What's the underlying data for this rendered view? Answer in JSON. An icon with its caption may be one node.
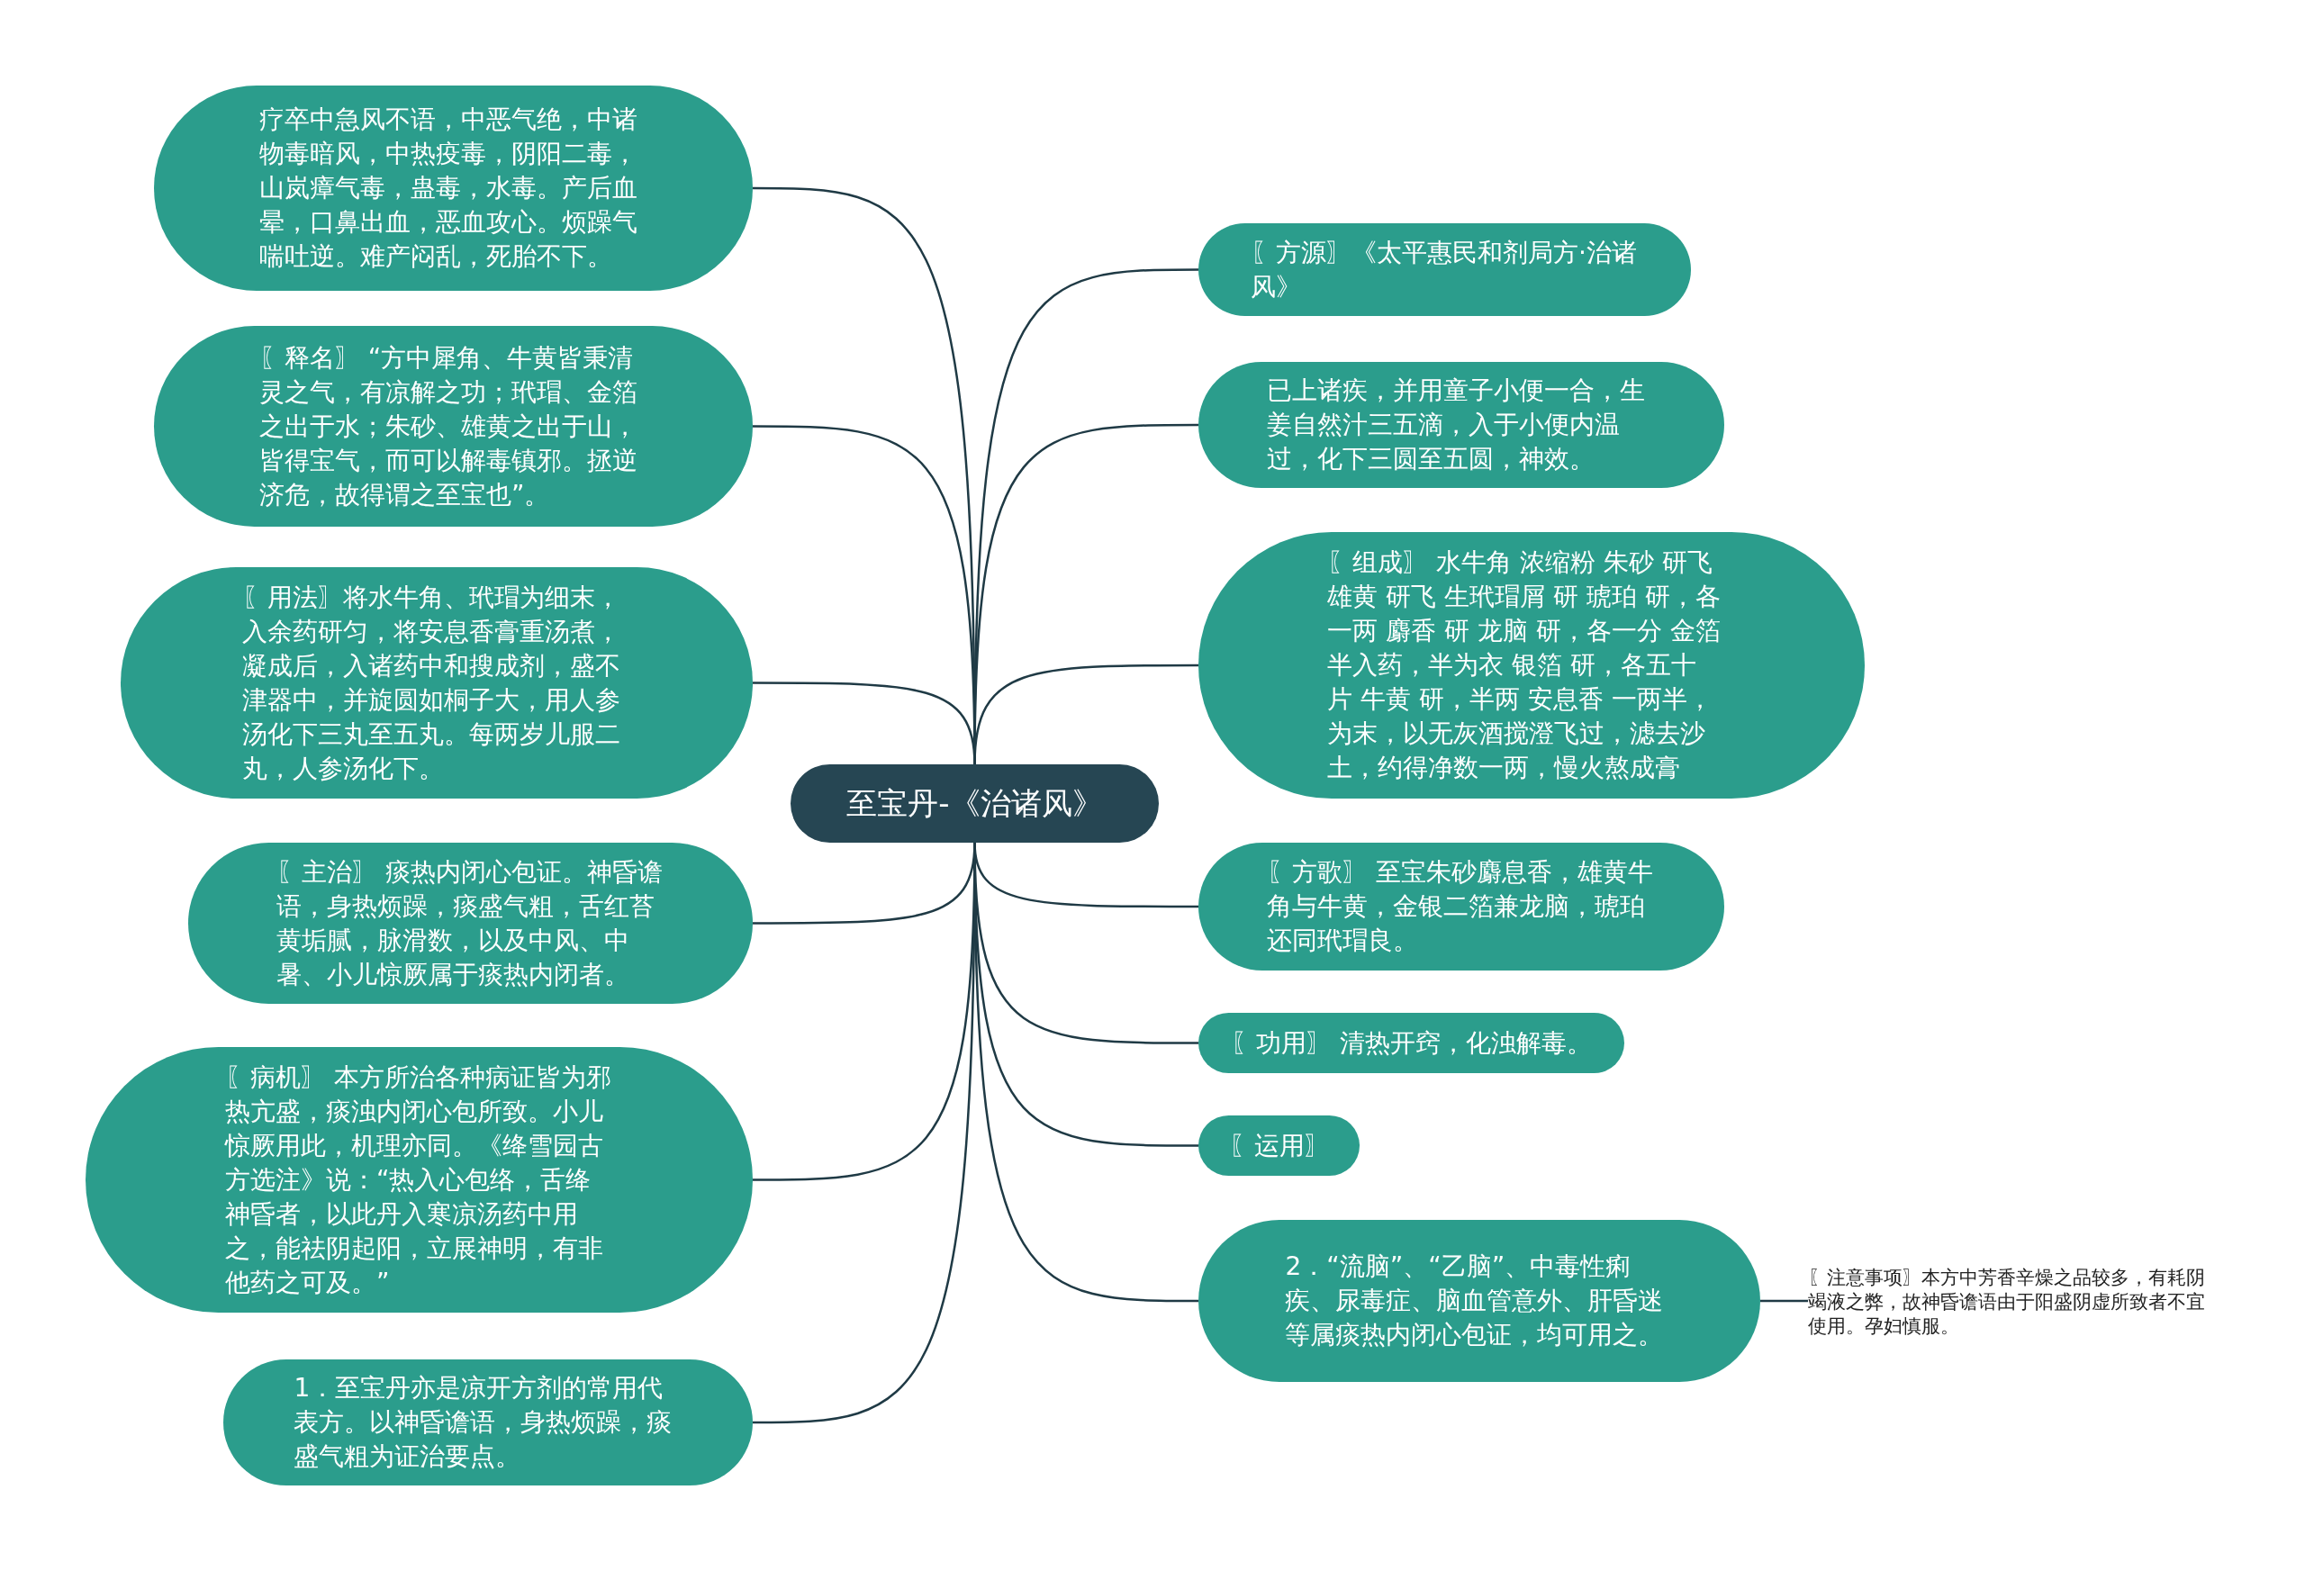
{
  "diagram": {
    "nodes": [
      {
        "text": [
          "至宝丹-《治诸风》"
        ]
      },
      {
        "text": [
          "疗卒中急风不语，中恶气绝，中诸物毒暗风，中热疫毒，阴阳二毒，山岚瘴气毒，蛊毒，水毒。产后血晕，口鼻出血，恶血攻心。烦躁气喘吐逆。难产闷乱，死胎不下。"
        ]
      },
      {
        "text": [
          "〖释名〗 “方中犀角、牛黄皆秉清灵之气，有凉解之功；玳瑁、金箔之出于水；朱砂、雄黄之出于山，皆得宝气，而可以解毒镇邪。拯逆济危，故得谓之至宝也”。"
        ]
      },
      {
        "text": [
          "〖用法〗将水牛角、玳瑁为细末，入余药研匀，将安息香膏重汤煮，凝成后，入诸药中和搜成剂，盛不津器中，并旋圆如桐子大，用人参汤化下三丸至五丸。每两岁儿服二丸，人参汤化下。"
        ]
      },
      {
        "text": [
          "〖主治〗 痰热内闭心包证。神昏谵语，身热烦躁，痰盛气粗，舌红苔黄垢腻，脉滑数，以及中风、中暑、小儿惊厥属于痰热内闭者。"
        ]
      },
      {
        "text": [
          "〖病机〗 本方所治各种病证皆为邪热亢盛，痰浊内闭心包所致。小儿惊厥用此，机理亦同。《绛雪园古方选注》说：“热入心包络，舌绛神昏者，以此丹入寒凉汤药中用之，能祛阴起阳，立展神明，有非他药之可及。”"
        ]
      },
      {
        "text": [
          "1．至宝丹亦是凉开方剂的常用代表方。以神昏谵语，身热烦躁，痰盛气粗为证治要点。"
        ]
      },
      {
        "text": [
          "〖方源〗《太平惠民和剂局方·治诸风》"
        ]
      },
      {
        "text": [
          "已上诸疾，并用童子小便一合，生姜自然汁三五滴，入于小便内温过，化下三圆至五圆，神效。"
        ]
      },
      {
        "text": [
          "〖组成〗 水牛角 浓缩粉 朱砂 研飞雄黄 研飞 生玳瑁屑 研 琥珀 研，各一两 麝香 研 龙脑 研，各一分 金箔半入药，半为衣 银箔 研，各五十片 牛黄 研，半两 安息香 一两半，为末，以无灰酒搅澄飞过，滤去沙土，约得净数一两，慢火熬成膏"
        ]
      },
      {
        "text": [
          "〖方歌〗 至宝朱砂麝息香，雄黄牛角与牛黄，金银二箔兼龙脑，琥珀还同玳瑁良。"
        ]
      },
      {
        "text": [
          "〖功用〗 清热开窍，化浊解毒。"
        ]
      },
      {
        "text": [
          "〖运用〗"
        ]
      },
      {
        "text": [
          "2．“流脑”、“乙脑”、中毒性痢疾、尿毒症、脑血管意外、肝昏迷等属痰热内闭心包证，均可用之。"
        ]
      },
      {
        "text": [
          "〖注意事项〗本方中芳香辛燥之品较多，有耗阴竭液之弊，故神昏谵语由于阳盛阴虚所致者不宜使用。孕妇慎服。"
        ]
      }
    ],
    "edges": [
      {
        "from": 0,
        "to": 1,
        "arrow": "none"
      },
      {
        "from": 0,
        "to": 2,
        "arrow": "none"
      },
      {
        "from": 0,
        "to": 3,
        "arrow": "none"
      },
      {
        "from": 0,
        "to": 4,
        "arrow": "none"
      },
      {
        "from": 0,
        "to": 5,
        "arrow": "none"
      },
      {
        "from": 0,
        "to": 6,
        "arrow": "none"
      },
      {
        "from": 0,
        "to": 7,
        "arrow": "none"
      },
      {
        "from": 0,
        "to": 8,
        "arrow": "none"
      },
      {
        "from": 0,
        "to": 9,
        "arrow": "none"
      },
      {
        "from": 0,
        "to": 10,
        "arrow": "none"
      },
      {
        "from": 0,
        "to": 11,
        "arrow": "none"
      },
      {
        "from": 0,
        "to": 12,
        "arrow": "none"
      },
      {
        "from": 0,
        "to": 13,
        "arrow": "none"
      },
      {
        "from": 13,
        "to": 14,
        "arrow": "none"
      }
    ]
  }
}
